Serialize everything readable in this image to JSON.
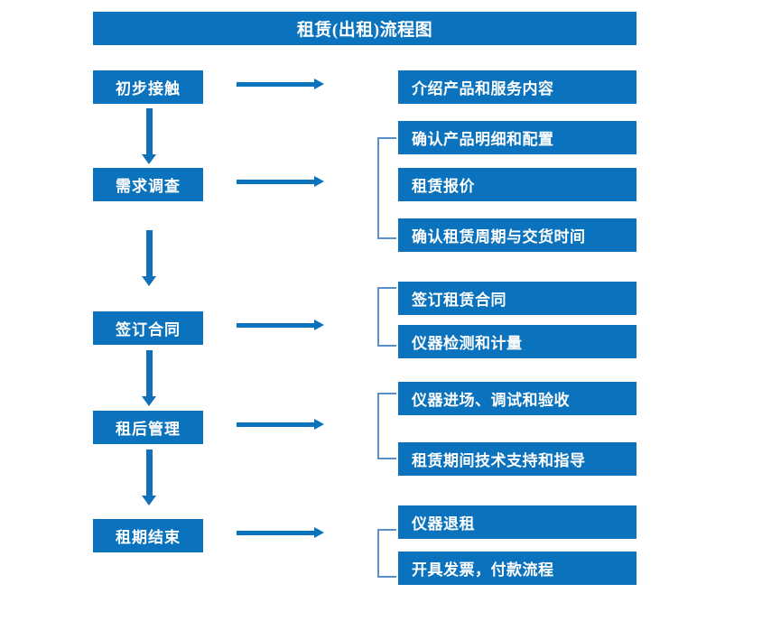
{
  "diagram": {
    "title": "租赁(出租)流程图",
    "accent_color": "#0b72bd",
    "bracket_color": "#5b8fc9",
    "text_color": "#ffffff",
    "background_color": "#ffffff",
    "type": "flowchart"
  },
  "stages": [
    {
      "id": "stage-1",
      "label": "初步接触",
      "details": [
        "介绍产品和服务内容"
      ],
      "has_bracket": false
    },
    {
      "id": "stage-2",
      "label": "需求调查",
      "details": [
        "确认产品明细和配置",
        "租赁报价",
        "确认租赁周期与交货时间"
      ],
      "has_bracket": true
    },
    {
      "id": "stage-3",
      "label": "签订合同",
      "details": [
        "签订租赁合同",
        "仪器检测和计量"
      ],
      "has_bracket": true
    },
    {
      "id": "stage-4",
      "label": "租后管理",
      "details": [
        "仪器进场、调试和验收",
        "租赁期间技术支持和指导"
      ],
      "has_bracket": true
    },
    {
      "id": "stage-5",
      "label": "租期结束",
      "details": [
        "仪器退租",
        "开具发票，付款流程"
      ],
      "has_bracket": true
    }
  ],
  "detail_boxes": {
    "b1": "介绍产品和服务内容",
    "b2": "确认产品明细和配置",
    "b3": "租赁报价",
    "b4": "确认租赁周期与交货时间",
    "b5": "签订租赁合同",
    "b6": "仪器检测和计量",
    "b7": "仪器进场、调试和验收",
    "b8": "租赁期间技术支持和指导",
    "b9": "仪器退租",
    "b10": "开具发票，付款流程"
  },
  "icons": {
    "flow_arrow_down": "arrow-down-icon",
    "flow_arrow_right": "arrow-right-icon",
    "group_bracket": "bracket-icon"
  }
}
